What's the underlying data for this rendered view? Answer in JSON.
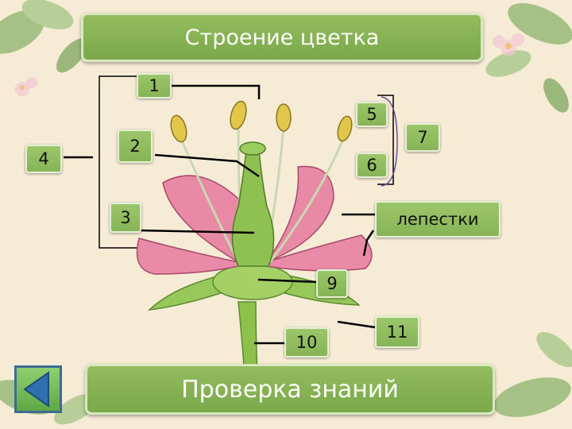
{
  "title": "Строение цветка",
  "labels": {
    "l1": "1",
    "l2": "2",
    "l3": "3",
    "l4": "4",
    "l5": "5",
    "l6": "6",
    "l7": "7",
    "petals": "лепестки",
    "l9": "9",
    "l10": "10",
    "l11": "11"
  },
  "check_button": "Проверка знаний",
  "colors": {
    "panel": "#86b456",
    "petal": "#e889a6",
    "stem": "#8ec04c",
    "border": "#3c6c94"
  },
  "icons": {
    "back": "triangle-left-icon"
  }
}
